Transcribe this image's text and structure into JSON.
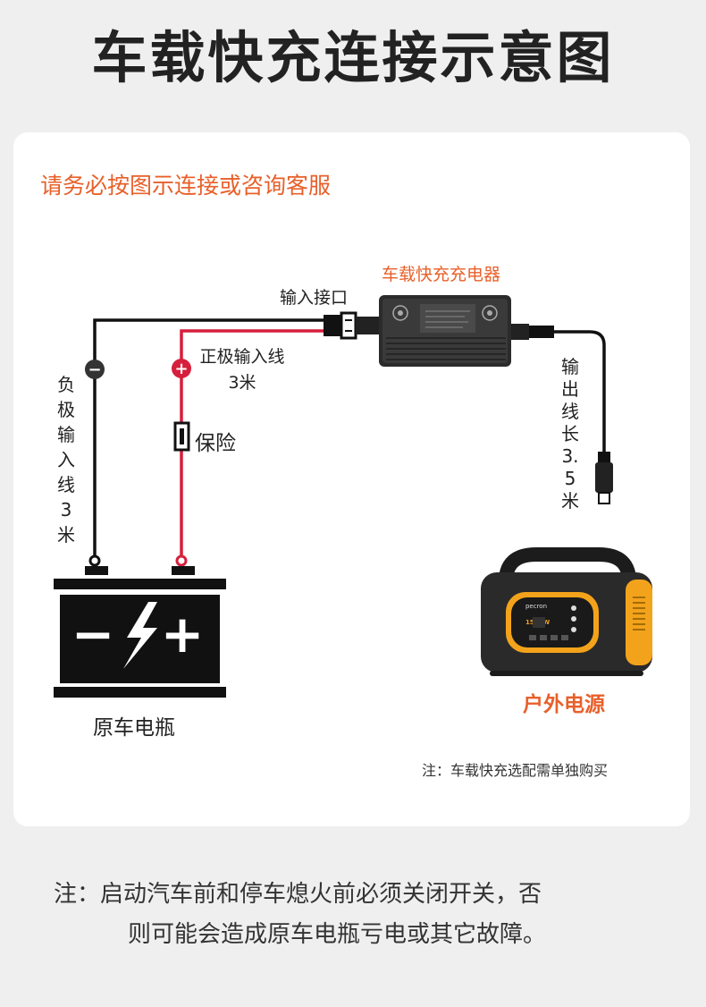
{
  "title": "车载快充连接示意图",
  "subtitle": "请务必按图示连接或咨询客服",
  "labels": {
    "charger": "车载快充充电器",
    "input_port": "输入接口",
    "positive_input": "正极输入线3米",
    "fuse": "保险",
    "negative_input": "负极输入线3米",
    "output_cable": "输出线长3.5米",
    "battery": "原车电瓶",
    "power_station": "户外电源",
    "card_note": "注：车载快充选配需单独购买"
  },
  "battery_symbols": {
    "minus": "−",
    "plus": "+"
  },
  "wire_symbols": {
    "negative": "−",
    "positive": "+"
  },
  "power_station": {
    "brand": "pecron",
    "panel": "1500W"
  },
  "bottom_note": {
    "line1": "注：启动汽车前和停车熄火前必须关闭开关，否",
    "line2": "则可能会造成原车电瓶亏电或其它故障。"
  },
  "colors": {
    "accent": "#e8602a",
    "positive_wire": "#d61f3c",
    "negative_wire": "#111111",
    "station_orange": "#f3a31b"
  }
}
